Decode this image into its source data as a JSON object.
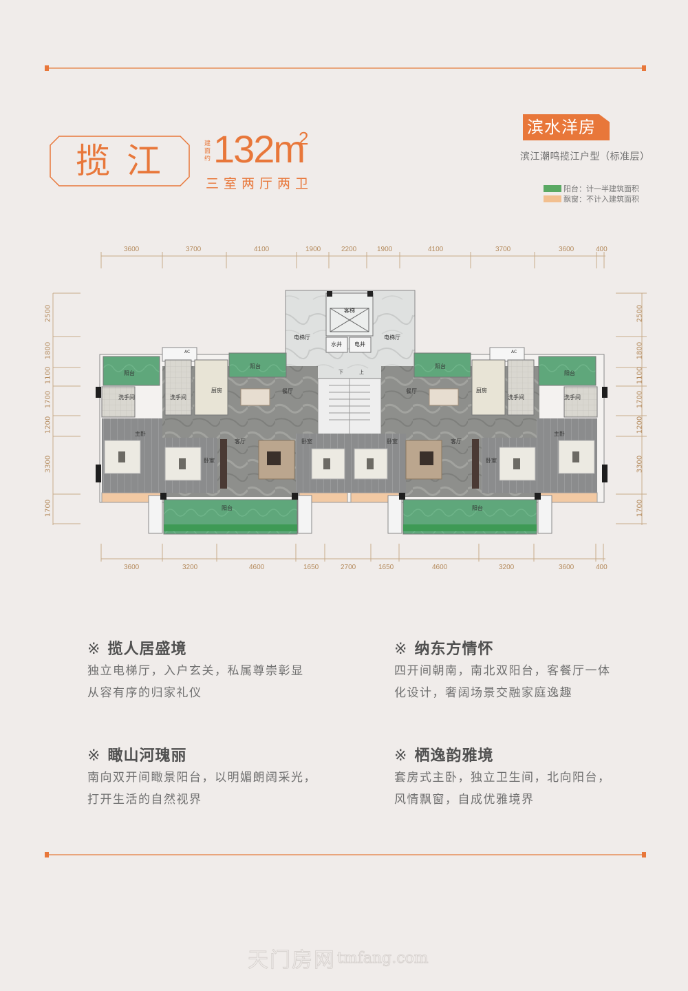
{
  "header": {
    "project_name": "揽江",
    "area_label": "建面约",
    "area_value": "132m",
    "area_unit_sup": "2",
    "layout": "三室两厅两卫",
    "tag": "滨水洋房",
    "subtitle": "滨江潮鸣揽江户型（标准层）"
  },
  "legend": [
    {
      "color": "#5aa963",
      "label": "阳台：计一半建筑面积"
    },
    {
      "color": "#f2bf8f",
      "label": "飘窗：不计入建筑面积"
    }
  ],
  "plan": {
    "top_dimensions": [
      "3600",
      "3700",
      "4100",
      "1900",
      "2200",
      "1900",
      "4100",
      "3700",
      "3600",
      "400"
    ],
    "bottom_dimensions": [
      "3600",
      "3200",
      "4600",
      "1650",
      "2700",
      "1650",
      "4600",
      "3200",
      "3600",
      "400"
    ],
    "left_dimensions": [
      "2500",
      "1800",
      "1100",
      "1700",
      "1200",
      "3300",
      "1700"
    ],
    "right_dimensions": [
      "2500",
      "1800",
      "1100",
      "1700",
      "1200",
      "3300",
      "1700"
    ],
    "rooms": {
      "elevator": "客梯",
      "water_shaft": "水井",
      "electric_shaft": "电井",
      "elevator_hall": "电梯厅",
      "down": "下",
      "up": "上",
      "balcony": "阳台",
      "bathroom": "洗手间",
      "kitchen": "厨房",
      "dining": "餐厅",
      "living": "客厅",
      "bedroom": "卧室",
      "master_bedroom": "主卧",
      "ac": "AC"
    }
  },
  "features": [
    {
      "mark": "※",
      "title": "揽人居盛境",
      "lines": [
        "独立电梯厅，入户玄关，私属尊崇彰显",
        "从容有序的归家礼仪"
      ]
    },
    {
      "mark": "※",
      "title": "纳东方情怀",
      "lines": [
        "四开间朝南，南北双阳台，客餐厅一体",
        "化设计，奢阔场景交融家庭逸趣"
      ]
    },
    {
      "mark": "※",
      "title": "瞰山河瑰丽",
      "lines": [
        "南向双开间瞰景阳台，以明媚朗阔采光，",
        "打开生活的自然视界"
      ]
    },
    {
      "mark": "※",
      "title": "栖逸韵雅境",
      "lines": [
        "套房式主卧，独立卫生间，北向阳台，",
        "风情飘窗，自成优雅境界"
      ]
    }
  ],
  "watermark": {
    "cn": "天门房网",
    "en": "tmfang.com"
  },
  "colors": {
    "accent": "#e8773a",
    "balcony_green": "#5aa963",
    "bay_window": "#f2bf8f",
    "background": "#f0ecea"
  }
}
